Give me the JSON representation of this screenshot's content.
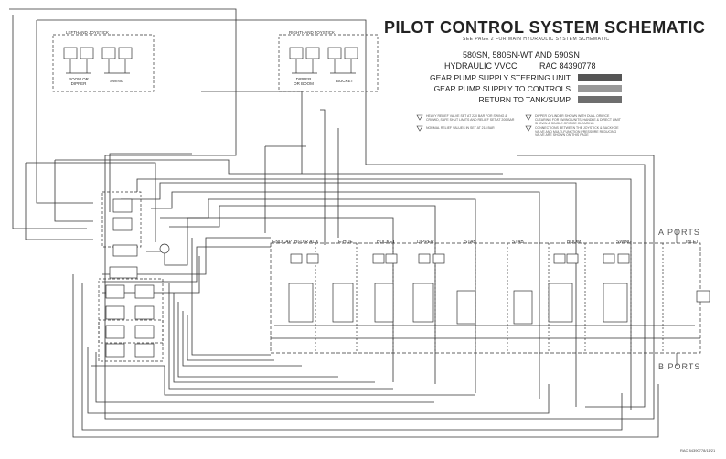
{
  "header": {
    "title": "PILOT CONTROL SYSTEM SCHEMATIC",
    "subtitle": "SEE PAGE 2 FOR MAIN HYDRAULIC SYSTEM SCHEMATIC",
    "models": "580SN, 580SN-WT AND 590SN",
    "system": "HYDRAULIC VVCC",
    "rac": "RAC 84390778"
  },
  "legend": [
    {
      "label": "GEAR PUMP SUPPLY STEERING UNIT",
      "color": "#555555"
    },
    {
      "label": "GEAR PUMP SUPPLY TO CONTROLS",
      "color": "#999999"
    },
    {
      "label": "RETURN TO TANK/SUMP",
      "color": "#6e6e6e"
    }
  ],
  "notes": [
    "HEAVY RELIEF VALVE SET AT 220 BAR FOR SWING & CROWD, SAFE SHUT LIMITS AND RELIEF SET AT 200 BAR",
    "NORMAL RELIEF VALUES IN SET AT 218 BAR",
    "DIPPER CYLINDER SHOWN WITH DUAL ORIFICE CLEARING FOR SWING UNITS, HANDLE & DIRECT LIMIT SHOWN & SINGLE ORIFICE CLEARING",
    "CONNECTIONS BETWEEN THE JOYSTICK & BACKHOE VALVE AND MULTI-FUNCTION PRESSURE REDUCING VALVE ARE SHOWN ON THIS PAGE"
  ],
  "joysticks": {
    "left_title": "LEFTHAND JOYSTICK",
    "left_labels": [
      "BOOM OR DIPPER",
      "SWING"
    ],
    "right_title": "RIGHTHAND JOYSTICK",
    "right_labels": [
      "DIPPER OR BOOM",
      "BUCKET"
    ]
  },
  "sections": [
    "ENDCAP",
    "BI-DIR AUX",
    "E-HOE",
    "BUCKET",
    "DIPPER",
    "STAB",
    "STAB",
    "BOOM",
    "SWING",
    "INLET"
  ],
  "ports": {
    "a": "A PORTS",
    "b": "B PORTS"
  },
  "footer": "RAC 84390778/11/21"
}
